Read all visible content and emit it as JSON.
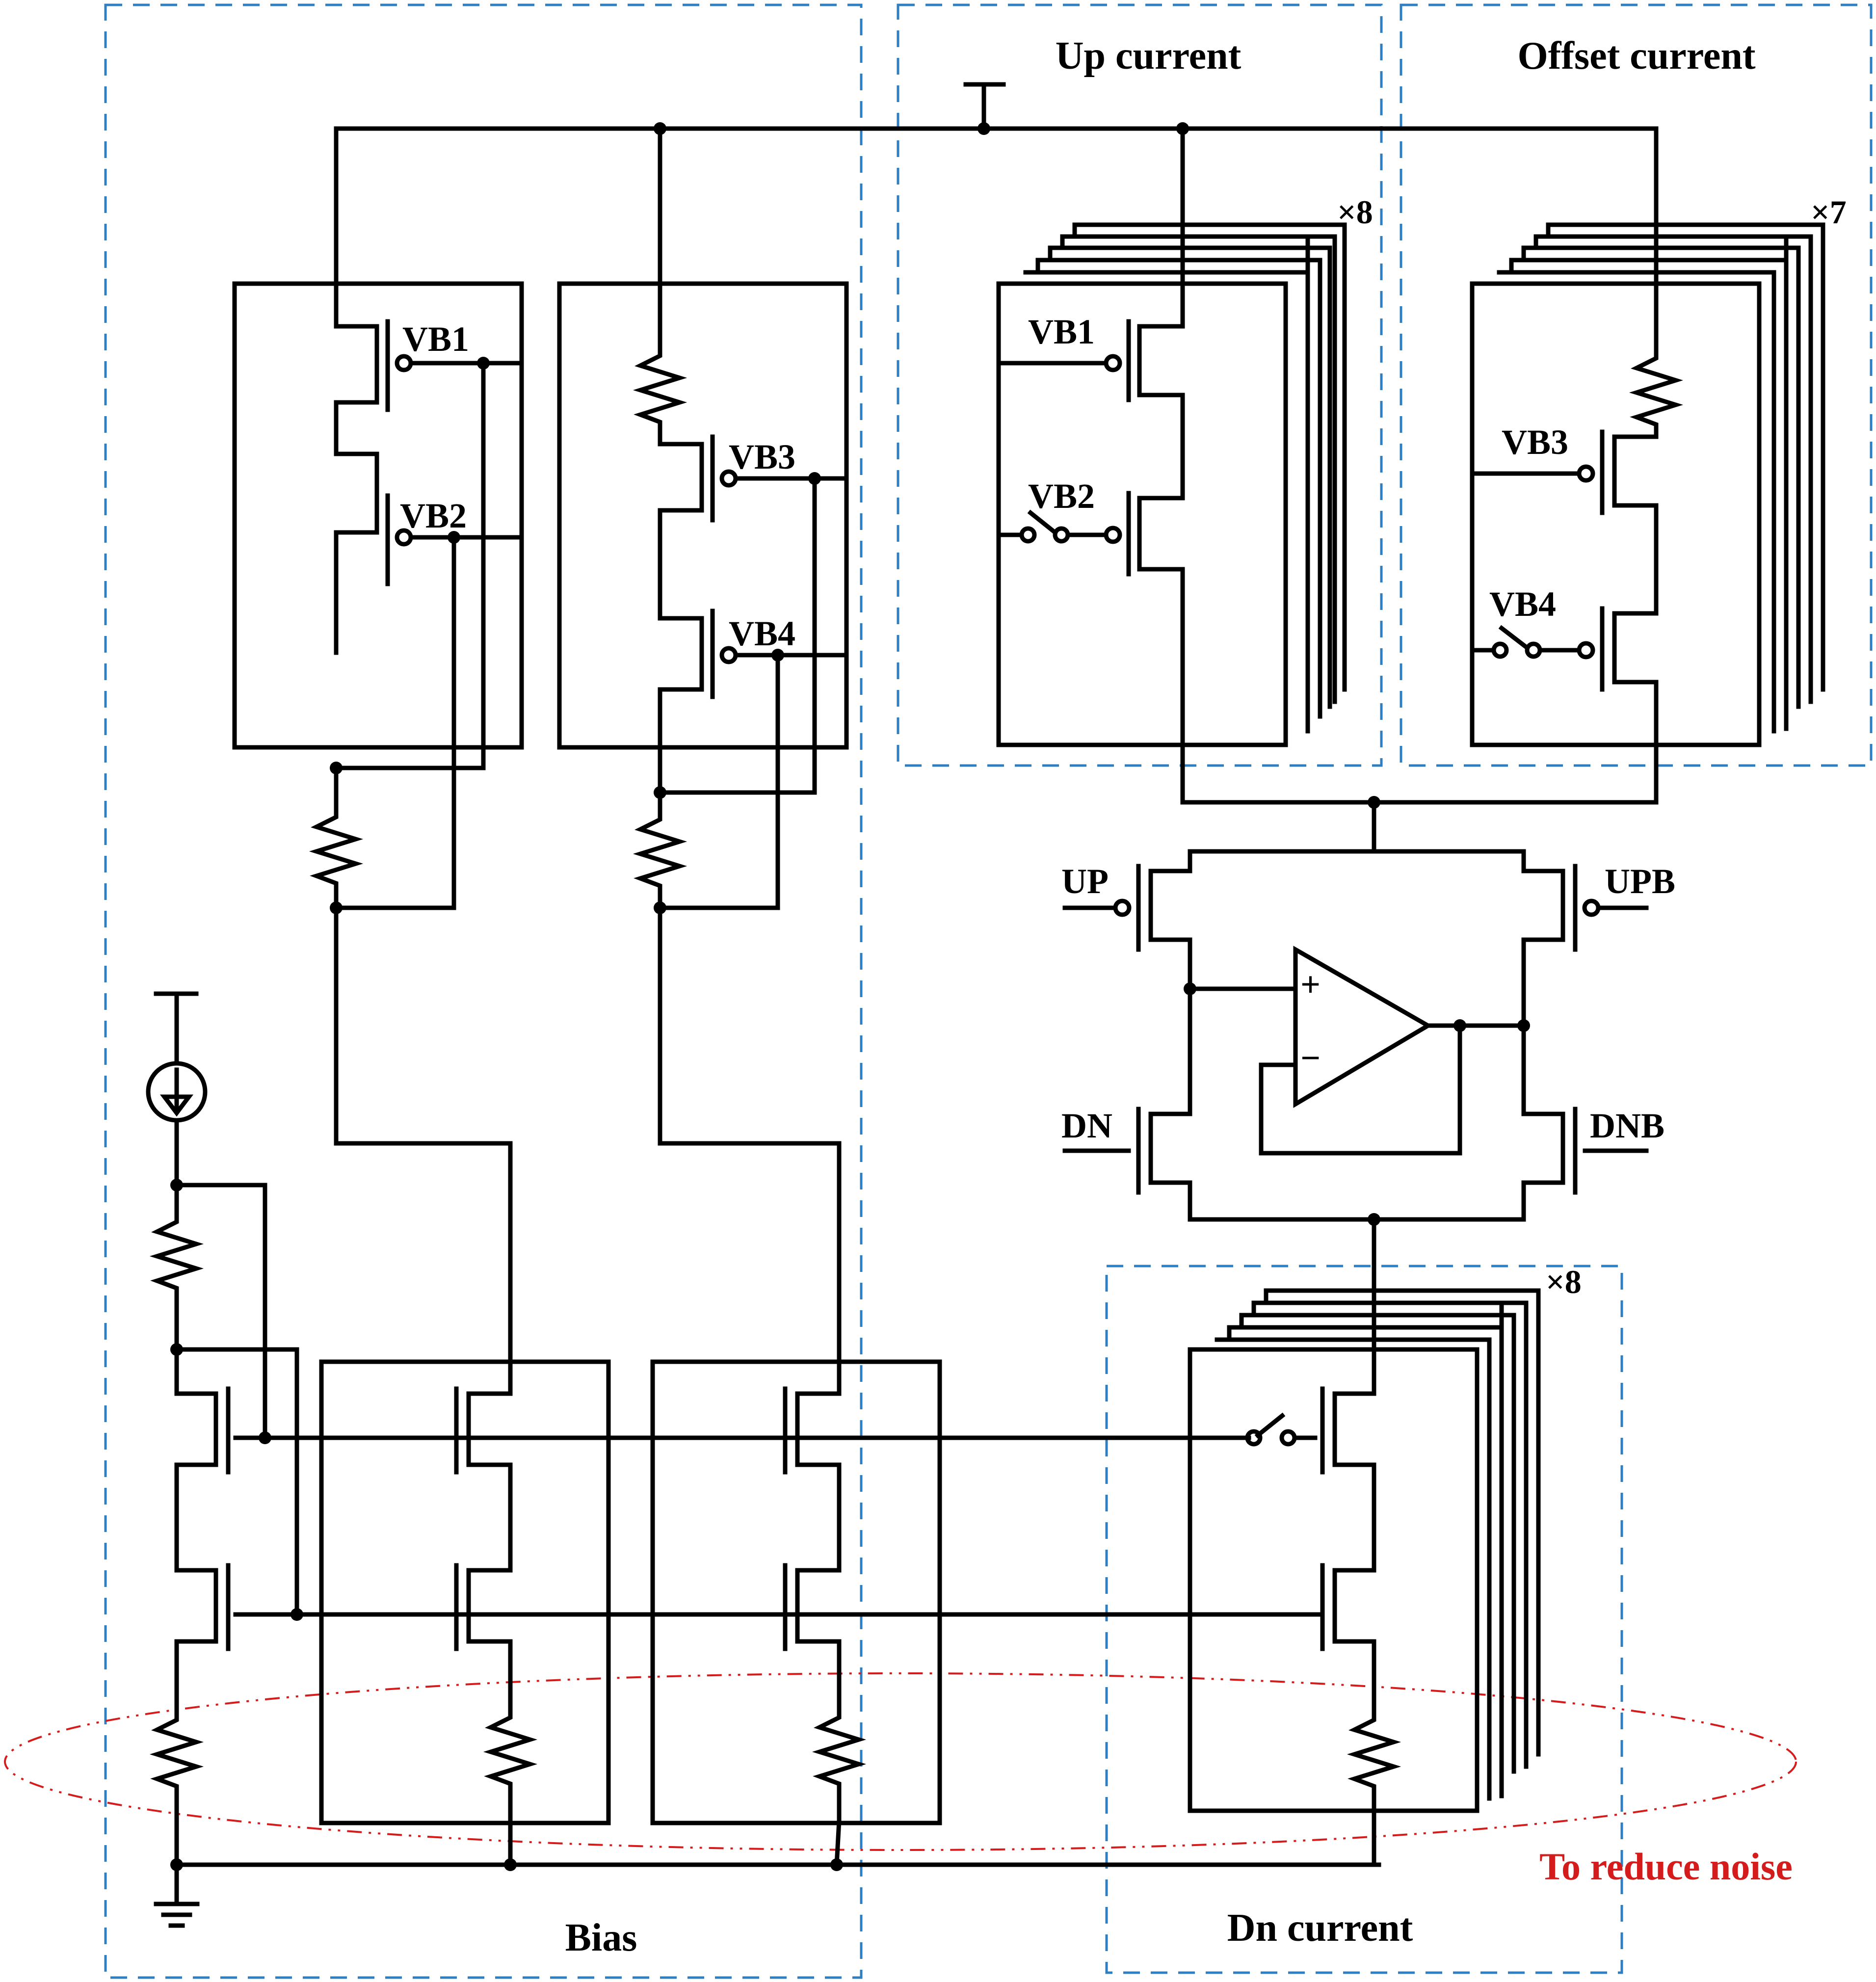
{
  "sections": {
    "bias": "Bias",
    "up_current": "Up current",
    "offset_current": "Offset current",
    "dn_current": "Dn current"
  },
  "annotation": "To reduce noise",
  "multipliers": {
    "up": "×8",
    "offset": "×7",
    "dn": "×8"
  },
  "bias_labels": [
    "VB1",
    "VB2",
    "VB3",
    "VB4"
  ],
  "up_labels": [
    "VB1",
    "VB2"
  ],
  "offset_labels": [
    "VB3",
    "VB4"
  ],
  "switch_labels": {
    "up": "UP",
    "upb": "UPB",
    "dn": "DN",
    "dnb": "DNB"
  },
  "opamp_signs": {
    "plus": "+",
    "minus": "−"
  },
  "colors": {
    "wire": "#000000",
    "section_box": "#2e7fc2",
    "noise_highlight": "#d41c1c"
  }
}
